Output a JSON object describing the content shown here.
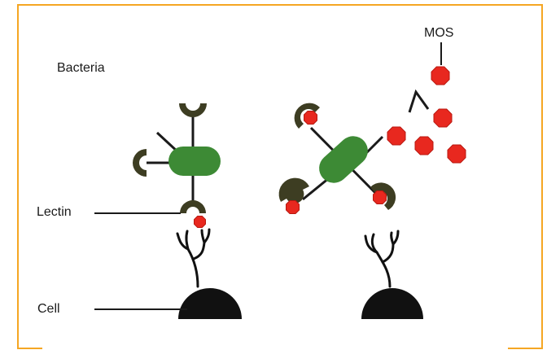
{
  "labels": {
    "bacteria": "Bacteria",
    "lectin": "Lectin",
    "cell": "Cell",
    "mos": "MOS"
  },
  "colors": {
    "frame": "#f5a623",
    "lectin_cup": "#3d3d22",
    "bacteria_body": "#3d8a35",
    "mos": "#e8281f",
    "mos_edge": "#b8170f",
    "cell": "#111111",
    "line": "#1a1a1a"
  },
  "icons": {
    "bacteria": "bacterium-with-lectin-cups",
    "mos": "mannan-oligosaccharide-octagon",
    "cell": "host-cell-dome-with-receptors"
  }
}
